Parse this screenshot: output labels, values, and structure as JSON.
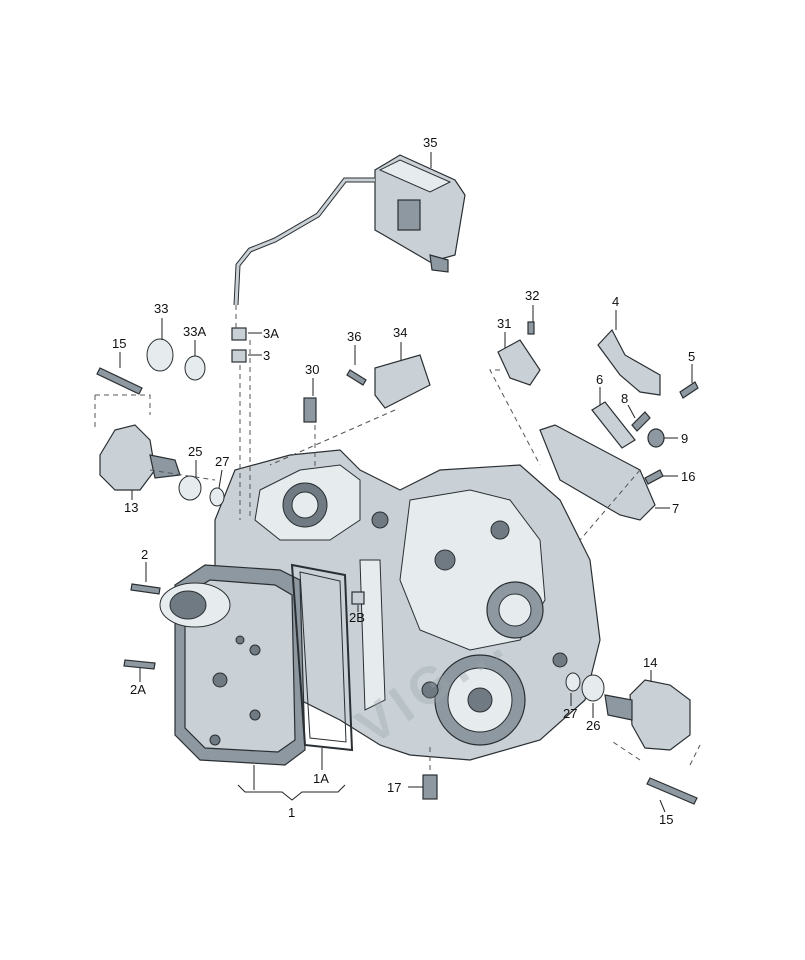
{
  "callouts": {
    "c35": "35",
    "c33": "33",
    "c33A": "33A",
    "c3A": "3A",
    "c3": "3",
    "c15a": "15",
    "c36": "36",
    "c34": "34",
    "c30": "30",
    "c32": "32",
    "c31": "31",
    "c4": "4",
    "c5": "5",
    "c6": "6",
    "c8": "8",
    "c9": "9",
    "c16": "16",
    "c7": "7",
    "c13": "13",
    "c25": "25",
    "c27a": "27",
    "c2": "2",
    "c2B": "2B",
    "c2A": "2A",
    "c14": "14",
    "c27b": "27",
    "c26": "26",
    "c17": "17",
    "c1A": "1A",
    "c1": "1",
    "c15b": "15"
  },
  "watermark": "VIG..."
}
